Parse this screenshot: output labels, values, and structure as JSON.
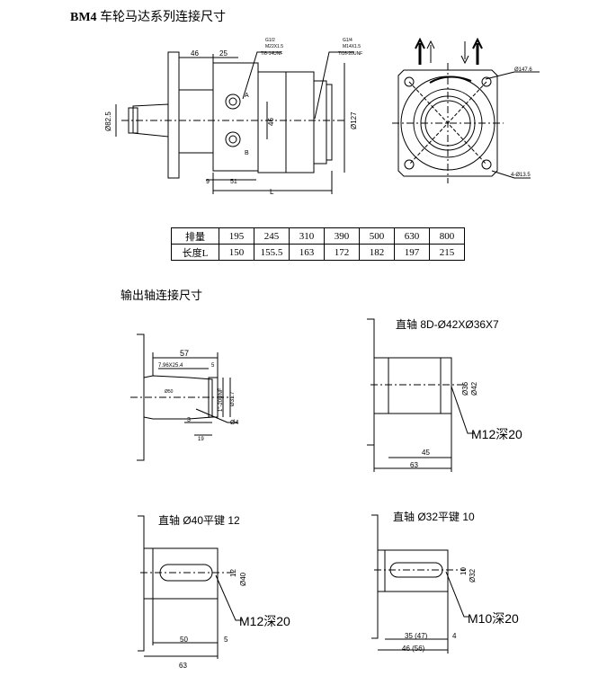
{
  "title": {
    "model": "BM4",
    "text": "车轮马达系列连接尺寸"
  },
  "table": {
    "rows": [
      {
        "label": "排量",
        "values": [
          "195",
          "245",
          "310",
          "390",
          "500",
          "630",
          "800"
        ]
      },
      {
        "label": "长度L",
        "values": [
          "150",
          "155.5",
          "163",
          "172",
          "182",
          "197",
          "215"
        ]
      }
    ]
  },
  "output_shaft_title": "输出轴连接尺寸",
  "main_view": {
    "dims": {
      "d46": "46",
      "d25": "25",
      "d82": "Ø82.5",
      "d127": "Ø127",
      "d46v": "46",
      "d9": "9",
      "d51": "51",
      "L": "L",
      "A": "A",
      "B": "B",
      "port1": "G1/2",
      "port1b": "M22X1.5",
      "port1c": "7/8-14UNF",
      "port2": "G1/4",
      "port2b": "M14X1.5",
      "port2c": "7/16-20UNF"
    }
  },
  "end_view": {
    "d147": "Ø147.6",
    "holes": "4-Ø13.5"
  },
  "shaft_tapered": {
    "d57": "57",
    "thread": "7.96X25.4",
    "d5": "5",
    "d3": "3",
    "d19": "19",
    "unf": "1\"-20UNF",
    "d31": "Ø31.7",
    "d4": "Ø4",
    "d50": "Ø50"
  },
  "shaft_spline": {
    "label": "直轴 8D-Ø42XØ36X7",
    "d36": "Ø36",
    "d42": "Ø42",
    "m12": "M12深20",
    "d45": "45",
    "d63": "63"
  },
  "shaft_key40": {
    "label": "直轴 Ø40平键 12",
    "d12": "12",
    "d40": "Ø40",
    "m12": "M12深20",
    "d50": "50",
    "d5": "5",
    "d63": "63"
  },
  "shaft_key32": {
    "label": "直轴 Ø32平键 10",
    "d10": "10",
    "d32": "Ø32",
    "m10": "M10深20",
    "d35": "35 (47)",
    "d4": "4",
    "d46": "46 (56)"
  }
}
